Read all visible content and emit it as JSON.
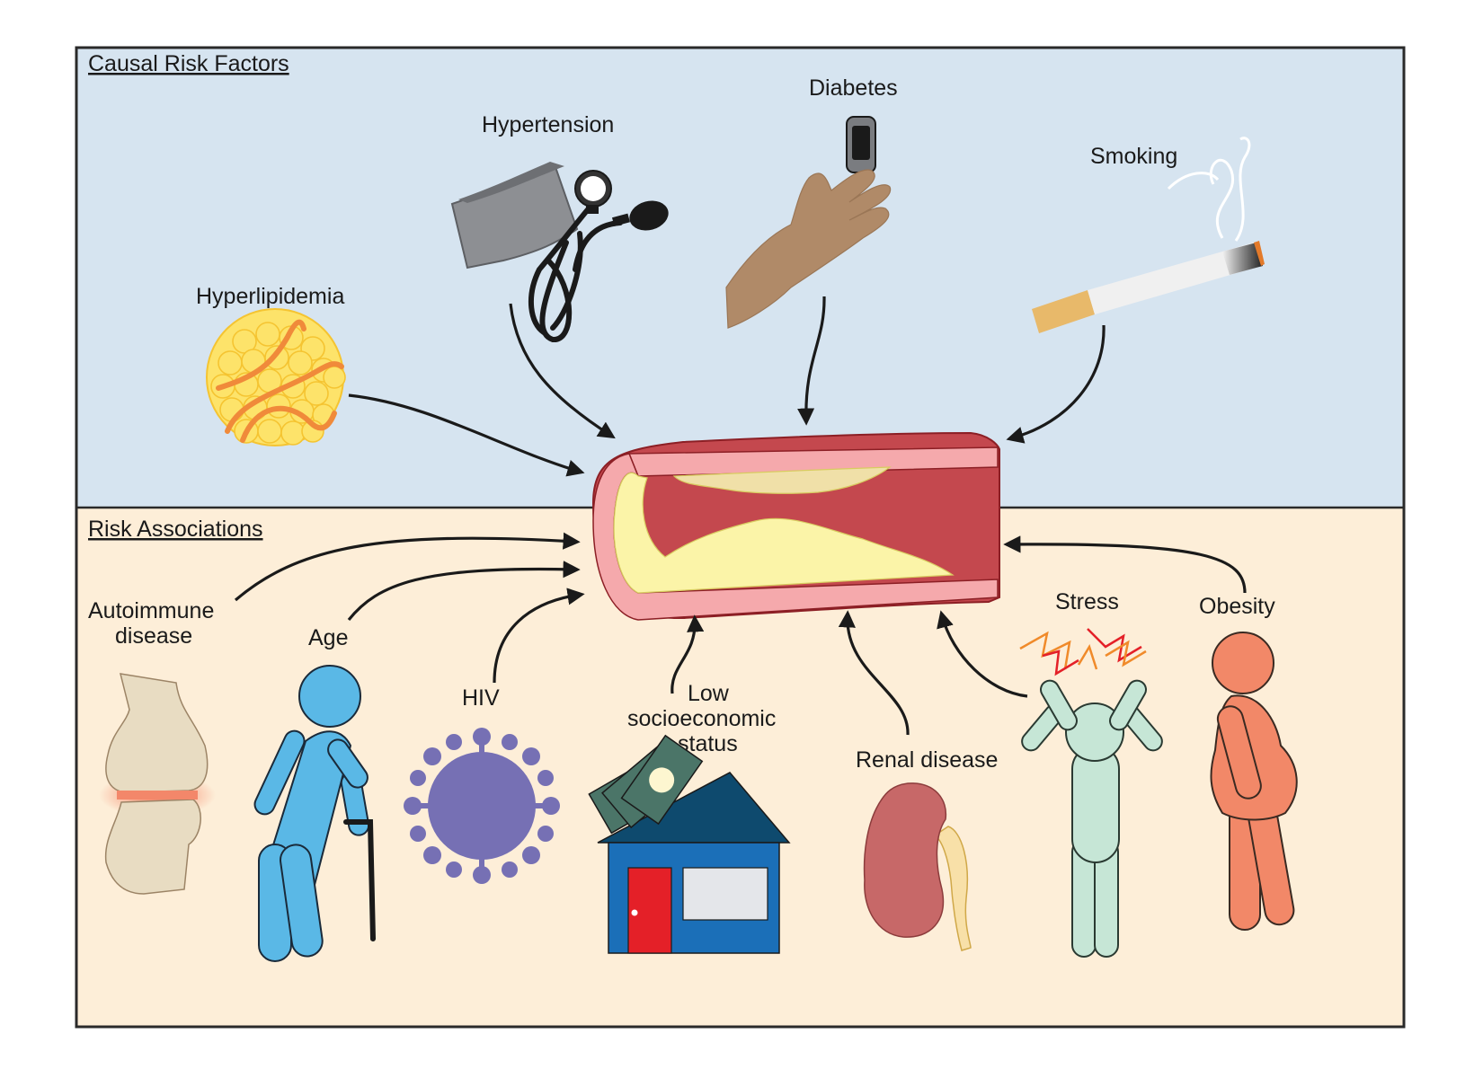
{
  "figure": {
    "sections": {
      "causal": {
        "title": "Causal Risk Factors",
        "background": "#d6e4f0",
        "items": [
          {
            "label": "Hyperlipidemia",
            "icon": "fat-cell-cluster"
          },
          {
            "label": "Hypertension",
            "icon": "blood-pressure-cuff"
          },
          {
            "label": "Diabetes",
            "icon": "glucose-meter-hand"
          },
          {
            "label": "Smoking",
            "icon": "cigarette"
          }
        ]
      },
      "associations": {
        "title": "Risk Associations",
        "background": "#fdeed8",
        "items": [
          {
            "label_line1": "Autoimmune",
            "label_line2": "disease",
            "icon": "inflamed-knee-joint"
          },
          {
            "label": "Age",
            "icon": "elderly-person-with-cane"
          },
          {
            "label": "HIV",
            "icon": "virus"
          },
          {
            "label_line1": "Low",
            "label_line2": "socioeconomic",
            "label_line3": "status",
            "icon": "house-with-money"
          },
          {
            "label": "Renal disease",
            "icon": "kidney"
          },
          {
            "label": "Stress",
            "icon": "stressed-person"
          },
          {
            "label": "Obesity",
            "icon": "obese-person"
          }
        ]
      }
    },
    "center": {
      "icon": "atherosclerotic-artery",
      "description": "Artery cross-section with plaque buildup"
    },
    "colors": {
      "artery_outer": "#c4484e",
      "artery_wall": "#f5a9ac",
      "plaque": "#fbf4a8",
      "arrow": "#1a1a1a",
      "border": "#2a2a2a"
    }
  }
}
